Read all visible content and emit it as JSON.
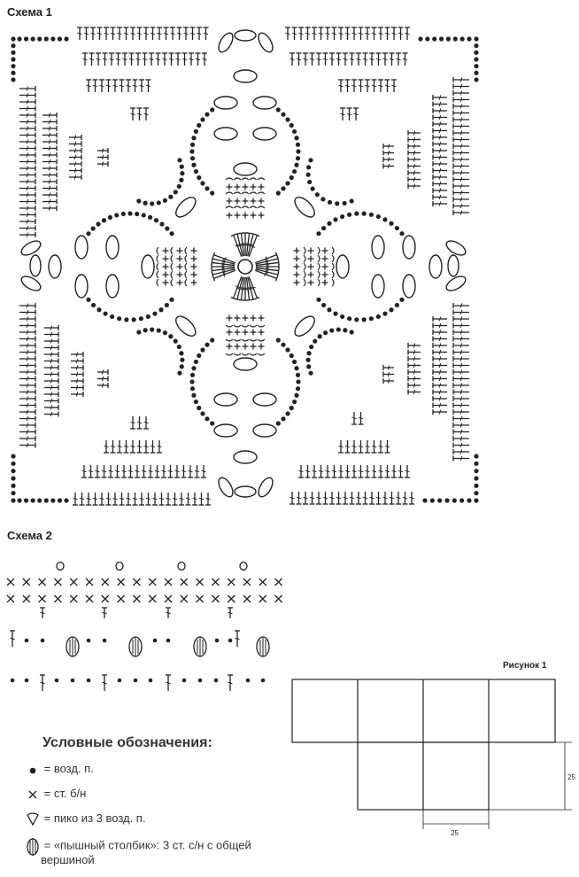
{
  "scheme1": {
    "title": "Схема 1"
  },
  "scheme2": {
    "title": "Схема 2"
  },
  "figure1": {
    "title": "Рисунок 1",
    "dim_right": "25",
    "dim_bottom": "25"
  },
  "legend": {
    "title": "Условные обозначения:",
    "items": [
      {
        "icon": "chain-dot-icon",
        "text": "= возд. п."
      },
      {
        "icon": "cross-icon",
        "text": "= ст. б/н"
      },
      {
        "icon": "picot-icon",
        "text": "= пико из 3 возд. п."
      },
      {
        "icon": "puff-stitch-icon",
        "text": "= «пышный столбик»: 3 ст. с/н с общей"
      },
      {
        "icon": "",
        "text": "вершиной"
      }
    ]
  },
  "colors": {
    "ink": "#222222"
  }
}
